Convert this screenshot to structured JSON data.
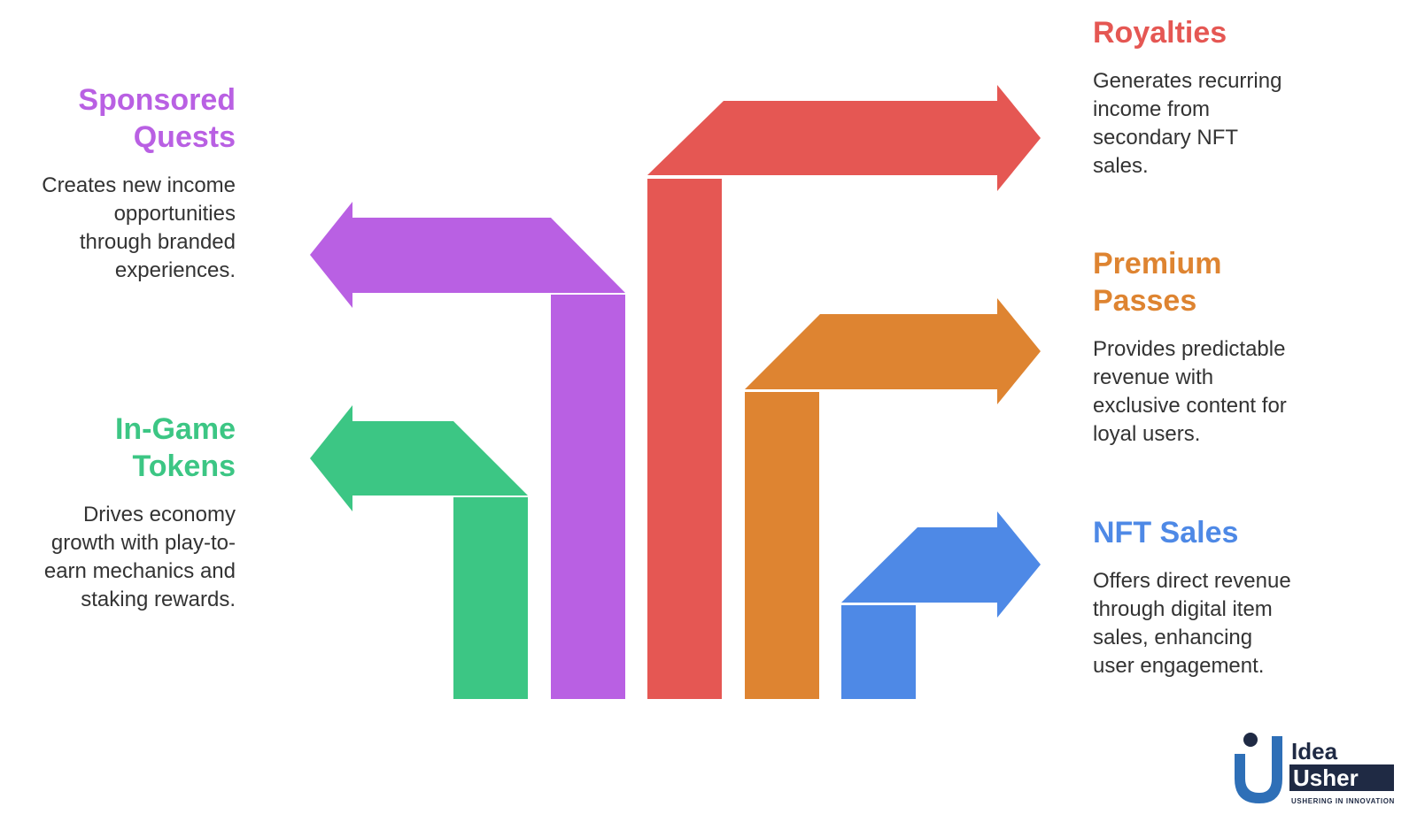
{
  "colors": {
    "royalties": "#E55753",
    "sponsored": "#B960E3",
    "premium": "#DE8431",
    "tokens": "#3CC684",
    "nft": "#4E89E6",
    "logo_blue": "#2E6FB7",
    "logo_dark": "#1F2A44"
  },
  "items": {
    "sponsored": {
      "title_line1": "Sponsored",
      "title_line2": "Quests",
      "desc": [
        "Creates new income",
        "opportunities",
        "through branded",
        "experiences."
      ]
    },
    "tokens": {
      "title_line1": "In-Game",
      "title_line2": "Tokens",
      "desc": [
        "Drives economy",
        "growth with play-to-",
        "earn mechanics and",
        "staking rewards."
      ]
    },
    "royalties": {
      "title_line1": "Royalties",
      "desc": [
        "Generates recurring",
        "income from",
        "secondary NFT",
        "sales."
      ]
    },
    "premium": {
      "title_line1": "Premium",
      "title_line2": "Passes",
      "desc": [
        "Provides predictable",
        "revenue with",
        "exclusive content for",
        "loyal users."
      ]
    },
    "nft": {
      "title_line1": "NFT Sales",
      "desc": [
        "Offers direct revenue",
        "through digital item",
        "sales, enhancing",
        "user engagement."
      ]
    }
  },
  "logo": {
    "top": "Idea",
    "bottom": "Usher",
    "tagline": "USHERING IN INNOVATION"
  }
}
